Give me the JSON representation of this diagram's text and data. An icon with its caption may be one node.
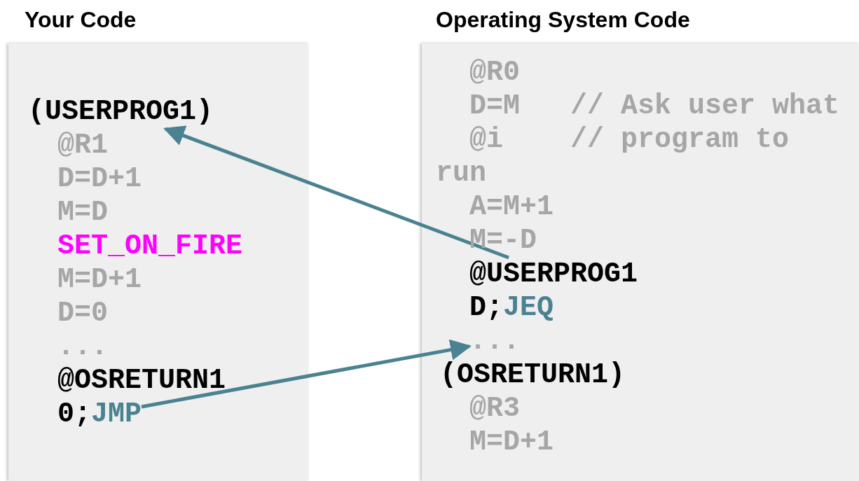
{
  "diagram": {
    "nodes": [
      {
        "text": [
          "Your Code"
        ]
      },
      {
        "text": [
          "(USERPROG1)"
        ],
        "in": 0
      },
      {
        "text": [
          "@R1"
        ],
        "in": 0
      },
      {
        "text": [
          "D=D+1"
        ],
        "in": 0
      },
      {
        "text": [
          "M=D"
        ],
        "in": 0
      },
      {
        "text": [
          "SET_ON_FIRE"
        ],
        "in": 0
      },
      {
        "text": [
          "M=D+1"
        ],
        "in": 0
      },
      {
        "text": [
          "D=0"
        ],
        "in": 0
      },
      {
        "text": [
          "..."
        ],
        "in": 0
      },
      {
        "text": [
          "@OSRETURN1"
        ],
        "in": 0
      },
      {
        "text": [
          "0;JMP"
        ],
        "in": 0
      },
      {
        "text": [
          "Operating System Code"
        ]
      },
      {
        "text": [
          "@R0"
        ],
        "in": 11
      },
      {
        "text": [
          "D=M   // Ask user what"
        ],
        "in": 11
      },
      {
        "text": [
          "@i    // program to run"
        ],
        "in": 11
      },
      {
        "text": [
          "A=M+1"
        ],
        "in": 11
      },
      {
        "text": [
          "M=-D"
        ],
        "in": 11
      },
      {
        "text": [
          "@USERPROG1"
        ],
        "in": 11
      },
      {
        "text": [
          "D;JEQ"
        ],
        "in": 11
      },
      {
        "text": [
          "..."
        ],
        "in": 11
      },
      {
        "text": [
          "(OSRETURN1)"
        ],
        "in": 11
      },
      {
        "text": [
          "@R3"
        ],
        "in": 11
      },
      {
        "text": [
          "M=D+1"
        ],
        "in": 11
      }
    ],
    "edges": [
      {
        "from": 17,
        "to": 1,
        "arrow": "to"
      },
      {
        "from": 10,
        "to": 19,
        "arrow": "to"
      }
    ]
  }
}
